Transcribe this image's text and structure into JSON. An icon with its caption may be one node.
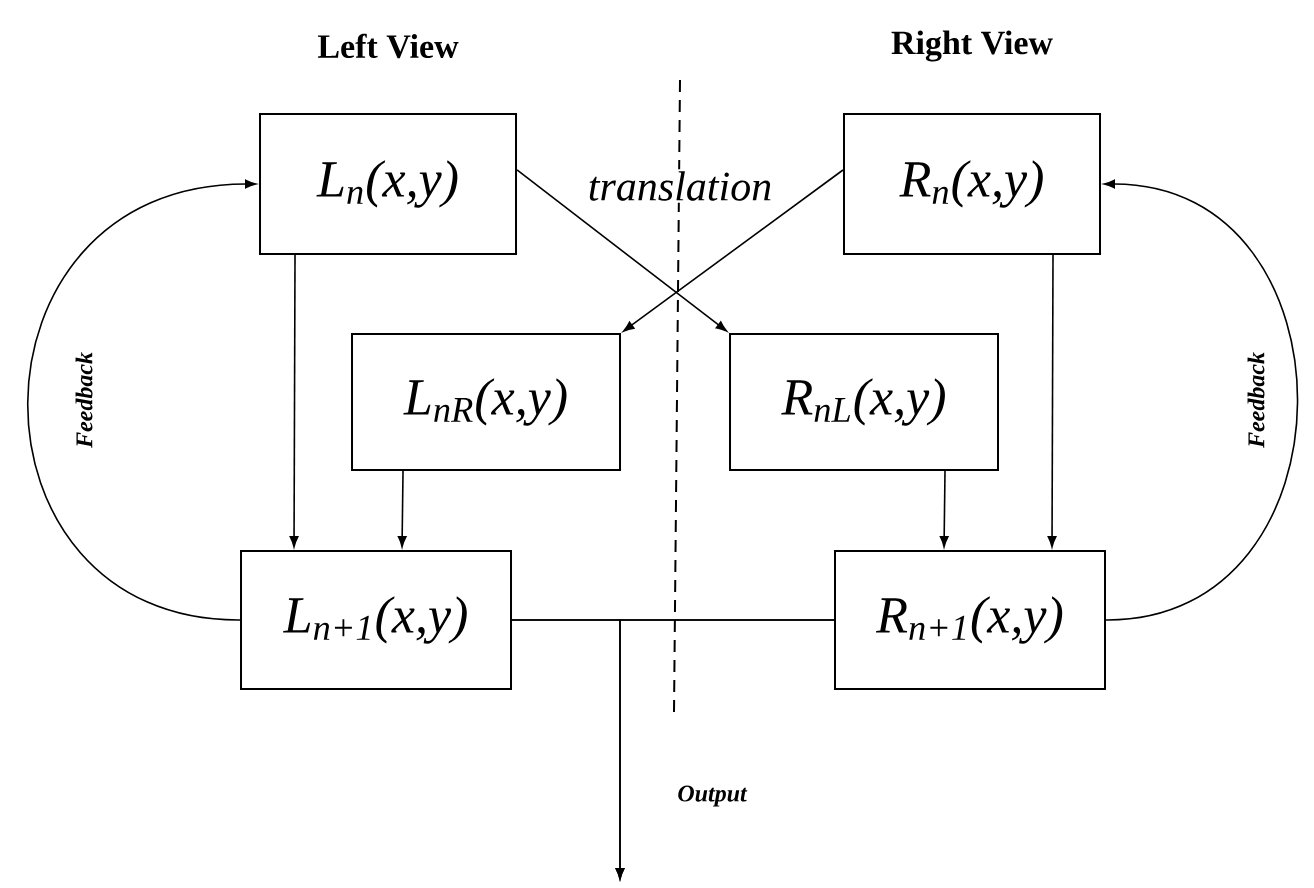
{
  "diagram": {
    "nodes": [
      {
        "text": [
          "L$_{n}$(x,y)"
        ]
      },
      {
        "text": [
          "R$_{n}$(x,y)"
        ]
      },
      {
        "text": [
          "L$_{nR}$(x,y)"
        ]
      },
      {
        "text": [
          "R$_{nL}$(x,y)"
        ]
      },
      {
        "text": [
          "L$_{n+1}$(x,y)"
        ]
      },
      {
        "text": [
          "R$_{n+1}$(x,y)"
        ]
      }
    ],
    "edges": [
      {
        "from": 0,
        "to": 4,
        "arrow": "to"
      },
      {
        "from": 2,
        "to": 4,
        "arrow": "to"
      },
      {
        "from": 1,
        "to": 5,
        "arrow": "to"
      },
      {
        "from": 3,
        "to": 5,
        "arrow": "to"
      },
      {
        "from": 0,
        "to": 3,
        "arrow": "to",
        "label": "translation"
      },
      {
        "from": 1,
        "to": 2,
        "arrow": "to"
      },
      {
        "from": 4,
        "to": 0,
        "arrow": "to",
        "label": "Feedback"
      },
      {
        "from": 5,
        "to": 1,
        "arrow": "to",
        "label": "Feedback"
      },
      {
        "from": 4,
        "to": 5,
        "arrow": "none"
      },
      {
        "from": 4,
        "to": null,
        "arrow": "to",
        "label": "Output"
      },
      {
        "from": 5,
        "to": null,
        "arrow": "to"
      }
    ],
    "labels": [
      "Left View",
      "Right View"
    ]
  }
}
